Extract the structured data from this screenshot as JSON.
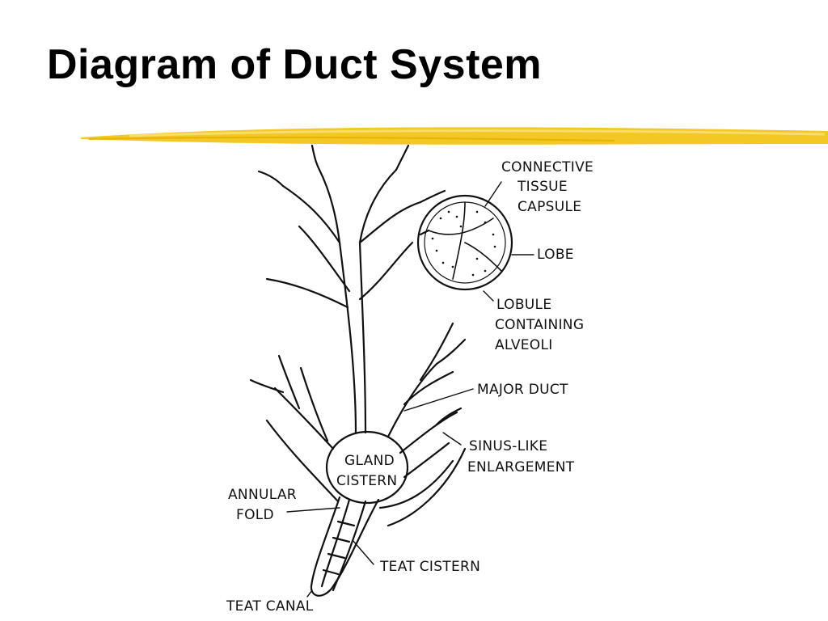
{
  "slide": {
    "title": "Diagram of Duct System"
  },
  "colors": {
    "underline": "#f2c418",
    "underline_light": "#f7dd6a",
    "ink": "#111111"
  },
  "diagram": {
    "labels": {
      "connective_1": "CONNECTIVE",
      "connective_2": "TISSUE",
      "connective_3": "CAPSULE",
      "lobe": "LOBE",
      "lobule_1": "LOBULE",
      "lobule_2": "CONTAINING",
      "lobule_3": "ALVEOLI",
      "major_duct": "MAJOR DUCT",
      "sinus_1": "SINUS-LIKE",
      "sinus_2": "ENLARGEMENT",
      "gland_1": "GLAND",
      "gland_2": "CISTERN",
      "annular_1": "ANNULAR",
      "annular_2": "FOLD",
      "teat_cistern": "TEAT CISTERN",
      "teat_canal": "TEAT CANAL"
    }
  }
}
